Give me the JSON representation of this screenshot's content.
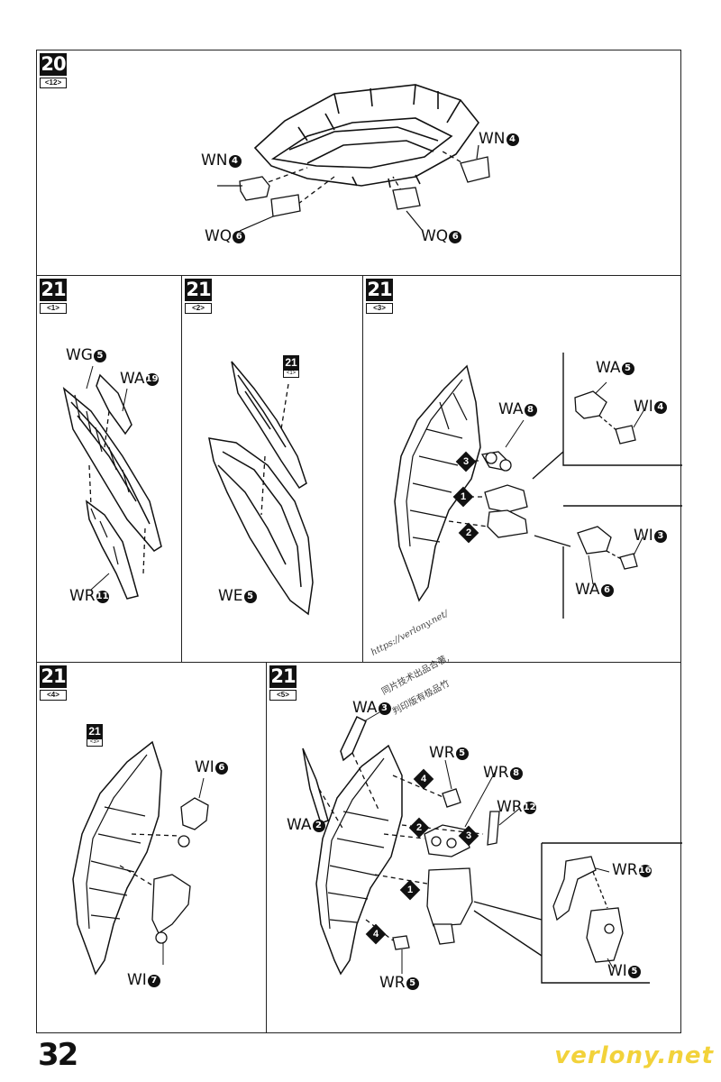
{
  "page": {
    "number": "32"
  },
  "watermark": {
    "url": "https://verlony.net/",
    "line1": "同片技术出品合著,",
    "line2": "判印版有极品竹",
    "site": "verlony.net"
  },
  "panels": {
    "p20": {
      "step": "20",
      "sub": "<12>",
      "labels": {
        "wn_left": "WN",
        "wn_left_n": "4",
        "wn_right": "WN",
        "wn_right_n": "4",
        "wq_left": "WQ",
        "wq_left_n": "6",
        "wq_right": "WQ",
        "wq_right_n": "6"
      }
    },
    "p21_1": {
      "step": "21",
      "sub": "<1>",
      "labels": {
        "wg": "WG",
        "wg_n": "5",
        "wa": "WA",
        "wa_n": "19",
        "wr": "WR",
        "wr_n": "11"
      }
    },
    "p21_2": {
      "step": "21",
      "sub": "<2>",
      "ref_step": "21",
      "ref_sub": "<1>",
      "labels": {
        "we": "WE",
        "we_n": "5"
      }
    },
    "p21_3": {
      "step": "21",
      "sub": "<3>",
      "labels": {
        "wa8": "WA",
        "wa8_n": "8",
        "wa5": "WA",
        "wa5_n": "5",
        "wi4": "WI",
        "wi4_n": "4",
        "wi3": "WI",
        "wi3_n": "3",
        "wa6": "WA",
        "wa6_n": "6"
      },
      "steps": [
        "1",
        "2",
        "3"
      ]
    },
    "p21_4": {
      "step": "21",
      "sub": "<4>",
      "ref_step": "21",
      "ref_sub": "<3>",
      "labels": {
        "wi6": "WI",
        "wi6_n": "6",
        "wi7": "WI",
        "wi7_n": "7"
      }
    },
    "p21_5": {
      "step": "21",
      "sub": "<5>",
      "labels": {
        "wa3": "WA",
        "wa3_n": "3",
        "wa2": "WA",
        "wa2_n": "2",
        "wr5a": "WR",
        "wr5a_n": "5",
        "wr8": "WR",
        "wr8_n": "8",
        "wr12": "WR",
        "wr12_n": "12",
        "wr16": "WR",
        "wr16_n": "16",
        "wi5": "WI",
        "wi5_n": "5",
        "wr5b": "WR",
        "wr5b_n": "5"
      },
      "steps": [
        "1",
        "2",
        "3",
        "4",
        "4"
      ]
    }
  }
}
